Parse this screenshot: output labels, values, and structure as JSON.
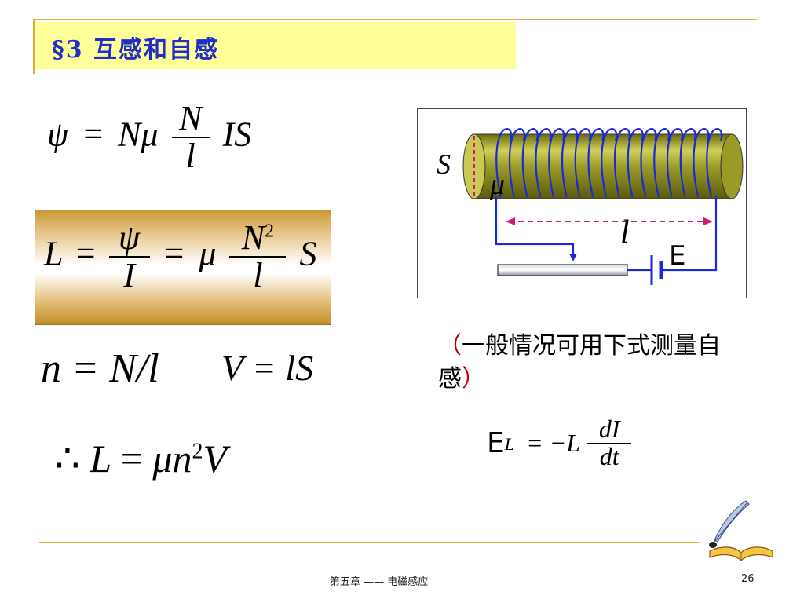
{
  "slide": {
    "title": "§3 互感和自感",
    "footer": "第五章 —— 电磁感应",
    "page_number": "26"
  },
  "formulas": {
    "f1": {
      "lhs": "ψ",
      "eq": "=",
      "coef": "Nμ",
      "num": "N",
      "den": "l",
      "tail": "IS"
    },
    "f2": {
      "lhs": "L",
      "eq1": "=",
      "num1": "ψ",
      "den1": "I",
      "eq2": "=",
      "coef": "μ",
      "num2": "N",
      "sup2": "2",
      "den2": "l",
      "tail": "S"
    },
    "f3": {
      "text": "n = N/l"
    },
    "f4": {
      "text": "V = lS"
    },
    "f5": {
      "therefore": "∴",
      "lhs": "L",
      "eq": "=",
      "rhs": "μn",
      "sup": "2",
      "tail": "V"
    },
    "emf": {
      "symbol": "E",
      "sub": "L",
      "eq": "= −L",
      "num": "dI",
      "den": "dt"
    }
  },
  "diagram": {
    "label_area": "S",
    "label_mu": "μ",
    "label_length": "l",
    "label_battery": "E",
    "colors": {
      "core": "#8f8f1e",
      "coil": "#1c2ad6",
      "dash": "#d01a7a"
    }
  },
  "note": {
    "open_paren": "（",
    "text": "一般情况可用下式测量自感",
    "close_paren": "）"
  },
  "colors": {
    "accent": "#e1a93b",
    "title": "#1f2fc7",
    "title_bg": "#ffff99"
  }
}
